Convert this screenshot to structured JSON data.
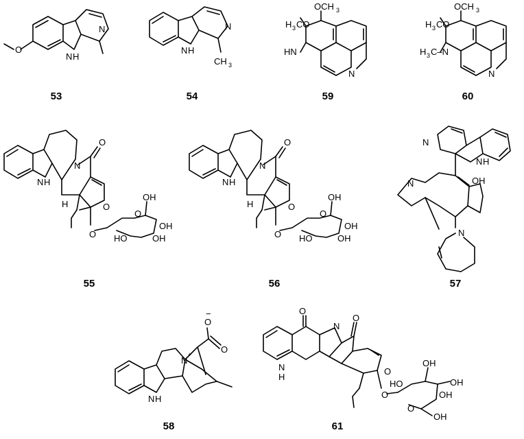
{
  "compounds": [
    {
      "number": "53",
      "labels": {
        "nh": "N",
        "h": "H",
        "n": "N",
        "methoxy_o": "O"
      }
    },
    {
      "number": "54",
      "labels": {
        "nh": "N",
        "h": "H",
        "n": "N",
        "ch3": "CH",
        "sub3": "3"
      }
    },
    {
      "number": "59",
      "labels": {
        "ome1_h3c": "H",
        "ome1_3": "3",
        "ome1_co": "CO",
        "ome2_o": "OCH",
        "ome2_3": "3",
        "hn": "HN",
        "n": "N"
      }
    },
    {
      "number": "60",
      "labels": {
        "ome1_h3c": "H",
        "ome1_3": "3",
        "ome1_co": "CO",
        "ome2_o": "OCH",
        "ome2_3": "3",
        "h3cn_h": "H",
        "h3cn_3": "3",
        "h3cn_c": "C–N",
        "n": "N"
      }
    },
    {
      "number": "55",
      "labels": {
        "nh": "N",
        "h": "H",
        "n": "N",
        "o_carbonyl": "O",
        "h_stereo": "H",
        "o_ring": "O",
        "o_glyc": "O",
        "oh1": "OH",
        "oh2": "OH",
        "oh3": "OH",
        "ho": "HO",
        "o_sugar": "O"
      }
    },
    {
      "number": "56",
      "labels": {
        "nh": "N",
        "h": "H",
        "n": "N",
        "o_carbonyl": "O",
        "h_stereo": "H",
        "o_ring": "O",
        "o_glyc": "O",
        "oh1": "OH",
        "oh2": "OH",
        "oh3": "OH",
        "ho": "HO",
        "o_sugar": "O"
      }
    },
    {
      "number": "57",
      "labels": {
        "n_pyr": "N",
        "nh": "N",
        "h": "H",
        "oh": "OH",
        "n1": "N",
        "n2": "N"
      }
    },
    {
      "number": "58",
      "labels": {
        "o_minus": "O",
        "minus": "−",
        "o": "O",
        "n_plus": "N",
        "plus": "+",
        "nh": "N",
        "h": "H"
      }
    },
    {
      "number": "61",
      "labels": {
        "o_top": "O",
        "o_lactam": "O",
        "n": "N",
        "nh": "N",
        "h": "H",
        "o_ring": "O",
        "o_glyc": "O",
        "o_sugar": "O",
        "oh1": "OH",
        "oh2": "OH",
        "oh3": "OH",
        "ho": "HO",
        "oh4": "OH"
      }
    }
  ]
}
